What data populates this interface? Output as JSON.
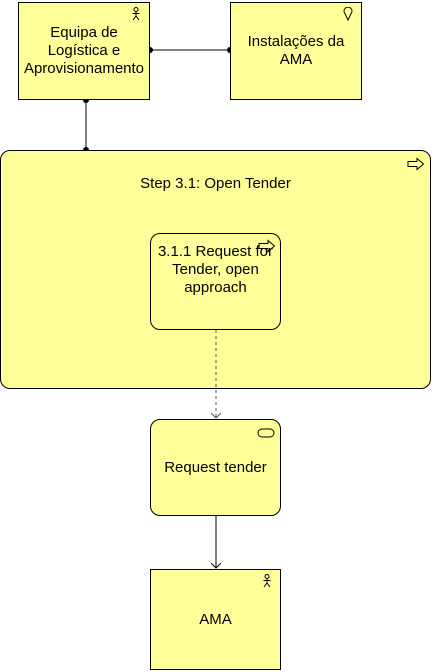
{
  "colors": {
    "fill": "#ffff99",
    "stroke": "#000000",
    "dashed_line": "#555555"
  },
  "nodes": {
    "logistics": {
      "label": "Equipa de Logística e Aprovisionamento",
      "icon": "actor-icon"
    },
    "facilities": {
      "label": "Instalações da AMA",
      "icon": "location-pin-icon"
    },
    "step": {
      "label": "Step 3.1: Open Tender",
      "icon": "process-arrow-icon"
    },
    "request_open": {
      "label": "3.1.1 Request for Tender, open approach",
      "icon": "process-arrow-icon"
    },
    "request_tender": {
      "label": "Request tender",
      "icon": "service-icon"
    },
    "ama": {
      "label": "AMA",
      "icon": "actor-icon"
    }
  }
}
